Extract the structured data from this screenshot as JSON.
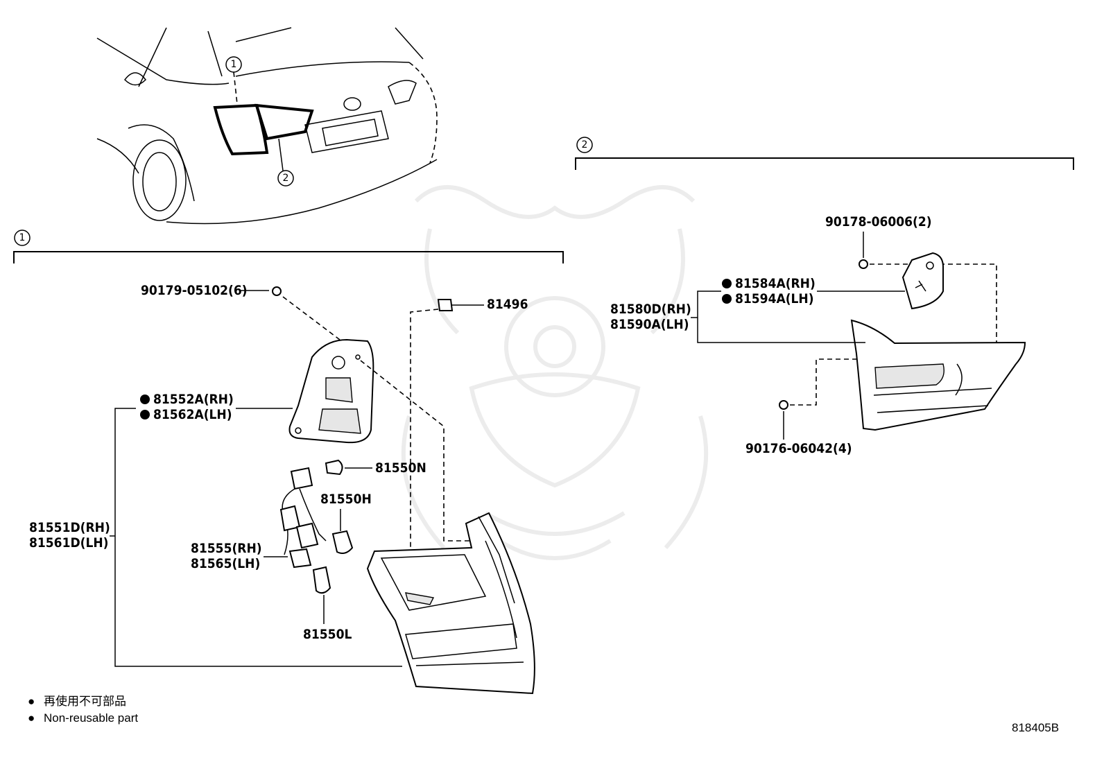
{
  "callouts": {
    "one": "1",
    "two": "2"
  },
  "section1": {
    "clip_screw": "90179-05102(6)",
    "clip": "81496",
    "socket_plate_rh": "81552A(RH)",
    "socket_plate_lh": "81562A(LH)",
    "bulb_n": "81550N",
    "bulb_h": "81550H",
    "bulb_l": "81550L",
    "socket_wire_rh": "81555(RH)",
    "socket_wire_lh": "81565(LH)",
    "lamp_assy_rh": "81551D(RH)",
    "lamp_assy_lh": "81561D(LH)"
  },
  "section2": {
    "nut_top": "90178-06006(2)",
    "socket_plate_rh": "81584A(RH)",
    "socket_plate_lh": "81594A(LH)",
    "lamp_assy_rh": "81580D(RH)",
    "lamp_assy_lh": "81590A(LH)",
    "nut_bottom": "90176-06042(4)"
  },
  "legend": {
    "marker": "●",
    "japanese": "再使用不可部品",
    "english": "Non-reusable part"
  },
  "illustration_number": "818405B"
}
